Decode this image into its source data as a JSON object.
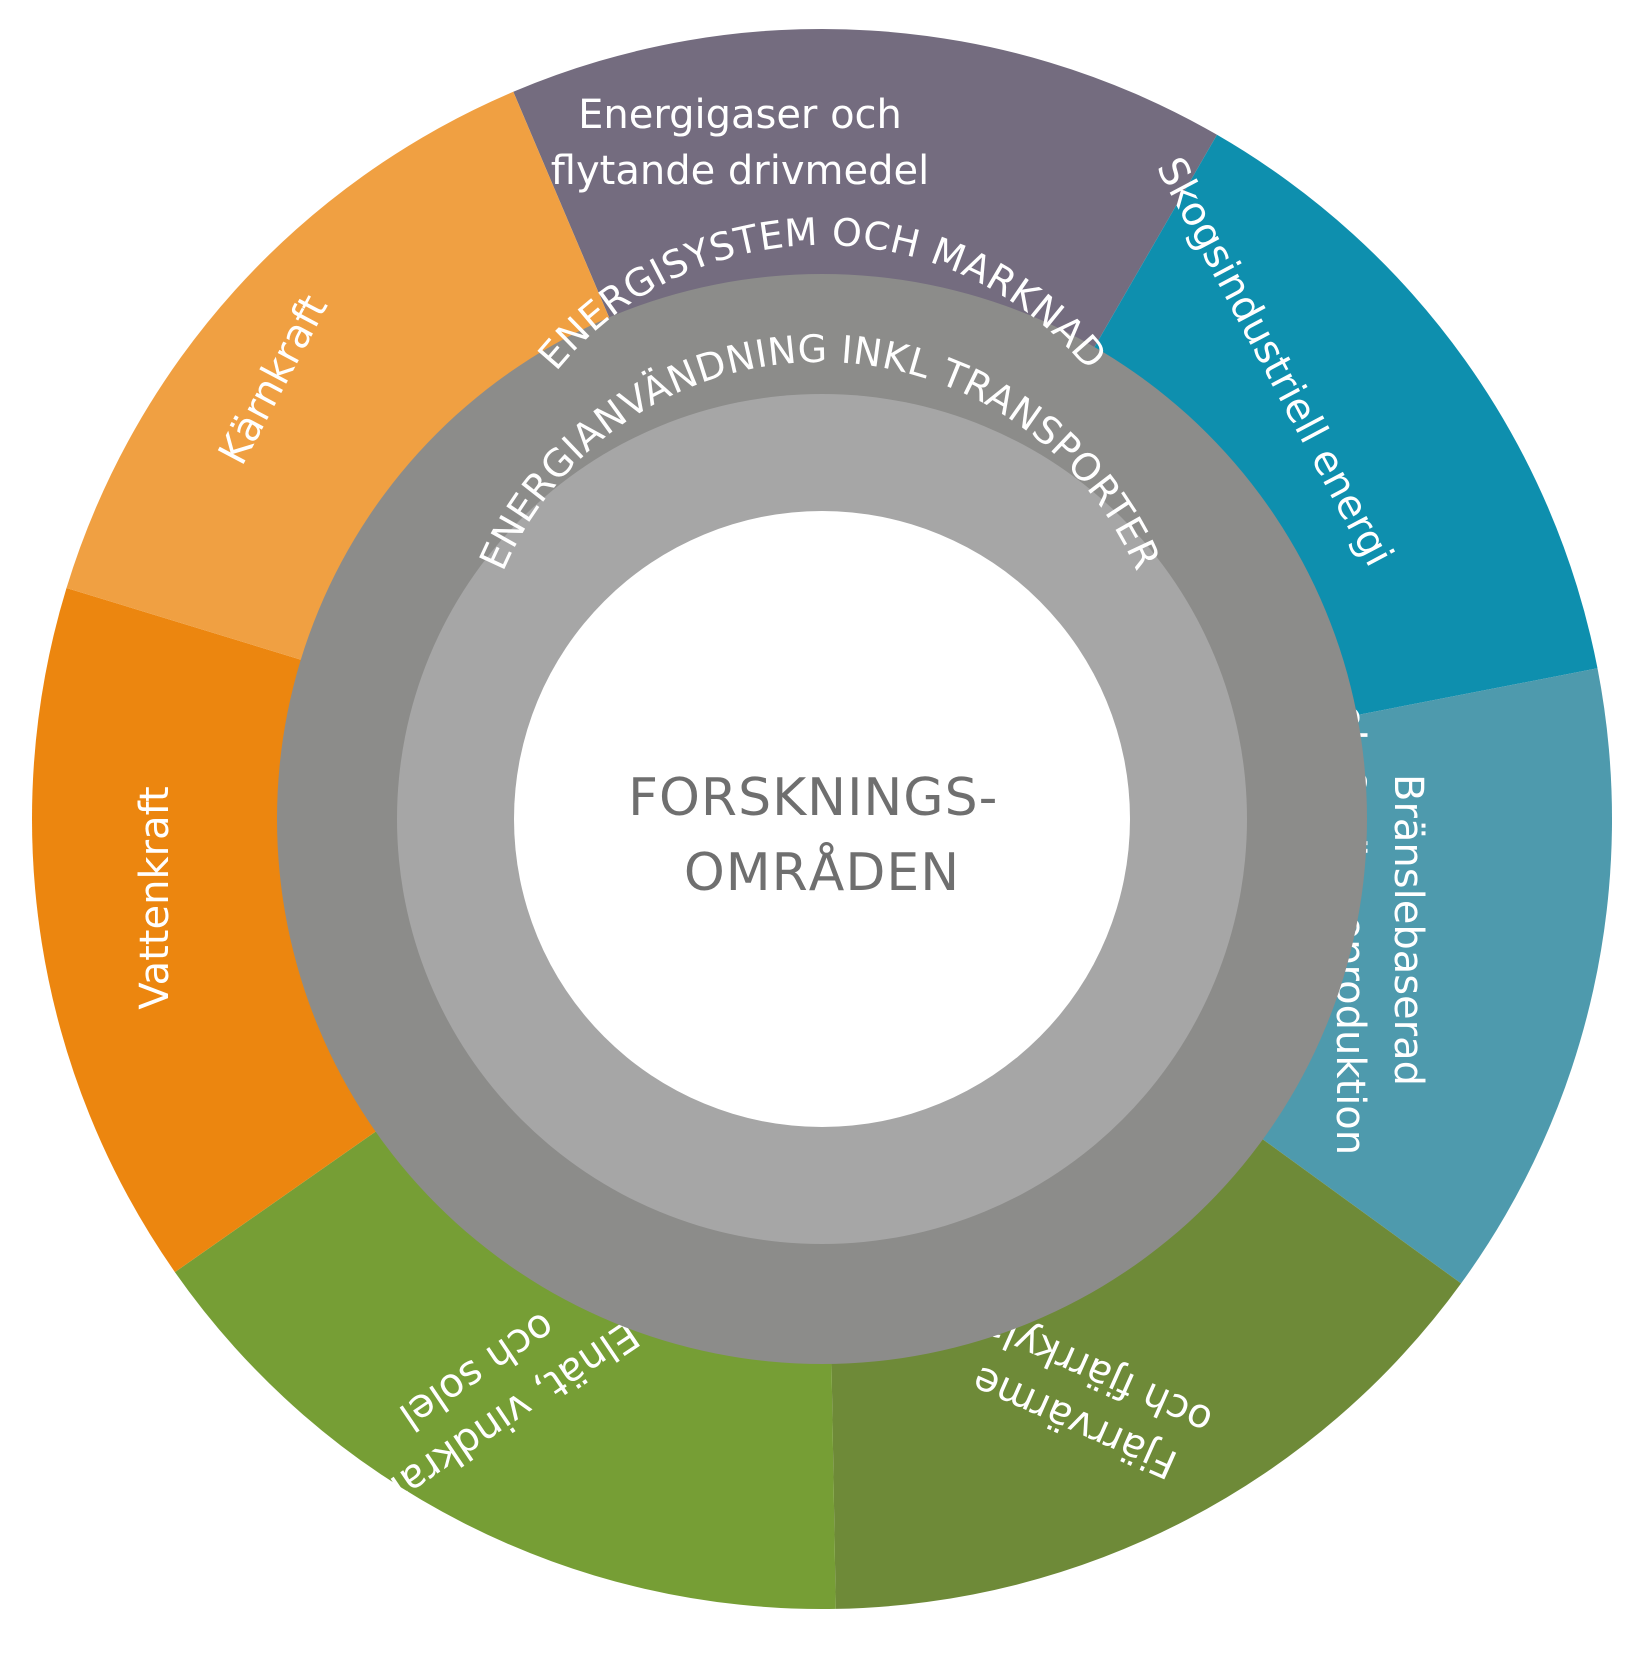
{
  "segments": [
    {
      "id": "energigaser",
      "lines": [
        "Energigaser och",
        "flytande drivmedel"
      ],
      "color": "#746c7f"
    },
    {
      "id": "skogsindustriell",
      "lines": [
        "Skogsindustriell energi"
      ],
      "color": "#0e8fae"
    },
    {
      "id": "bransle",
      "lines": [
        "Bränslebaserad",
        "el- & värmeproduktion"
      ],
      "color": "#4e9aad"
    },
    {
      "id": "fjarrvarme",
      "lines": [
        "Fjärrvärme",
        "och fjärrkyla"
      ],
      "color": "#6e8a38"
    },
    {
      "id": "elnat",
      "lines": [
        "Elnät, vindkraft",
        "och solel"
      ],
      "color": "#769e35"
    },
    {
      "id": "vattenkraft",
      "lines": [
        "Vattenkraft"
      ],
      "color": "#ec860f"
    },
    {
      "id": "karnkraft",
      "lines": [
        "Kärnkraft"
      ],
      "color": "#f0a042"
    }
  ],
  "rings": {
    "outer_label": "ENERGISYSTEM OCH MARKNAD",
    "outer_color": "#8c8c8a",
    "inner_label": "ENERGIANVÄNDNING INKL TRANSPORTER",
    "inner_color": "#a6a6a6"
  },
  "center": {
    "lines": [
      "FORSKNINGS-",
      "OMRÅDEN"
    ],
    "color": "#ffffff",
    "text_color": "#6f6f6f"
  }
}
